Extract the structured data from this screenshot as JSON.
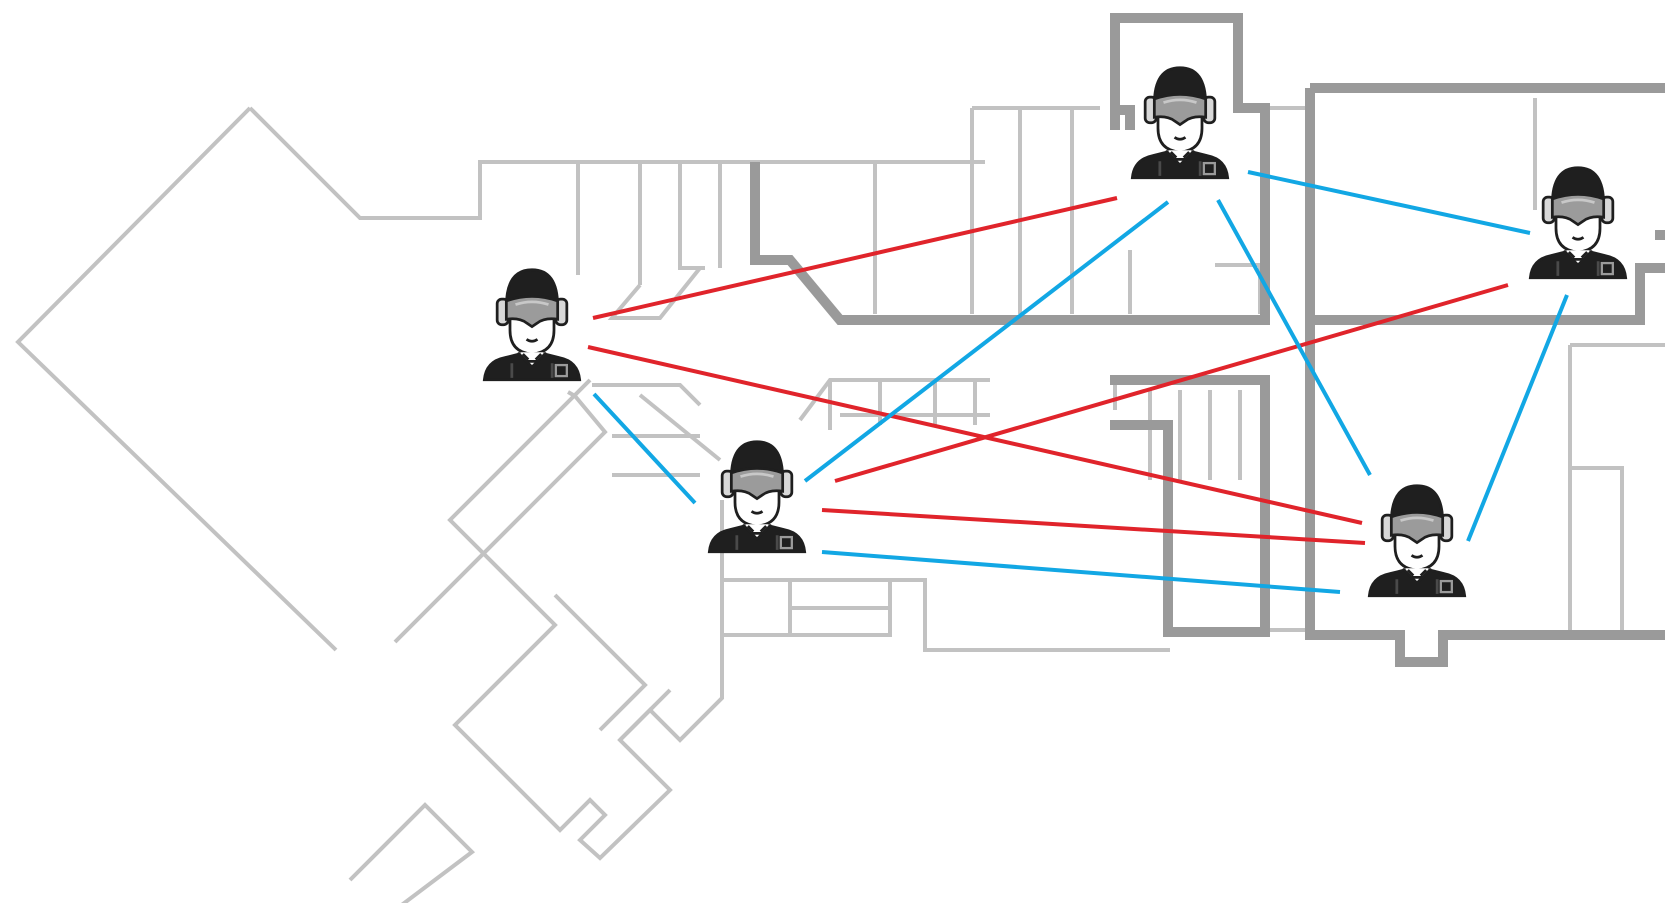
{
  "colors": {
    "floor_wall_light": "#c2c2c2",
    "floor_wall_dark": "#9a9a9a",
    "link_red": "#e0242b",
    "link_blue": "#12a7e4",
    "operator_body": "#1f1f1f",
    "operator_goggles": "#9b9b9b",
    "background": "#ffffff"
  },
  "icons": {
    "operator": "soldier-with-helmet-and-goggles-icon"
  },
  "operators": [
    {
      "id": "op-a",
      "label": ""
    },
    {
      "id": "op-b",
      "label": ""
    },
    {
      "id": "op-c",
      "label": ""
    },
    {
      "id": "op-d",
      "label": ""
    },
    {
      "id": "op-e",
      "label": ""
    }
  ],
  "links": [
    {
      "from": "op-a",
      "to": "op-c",
      "color": "red"
    },
    {
      "from": "op-a",
      "to": "op-e",
      "color": "red"
    },
    {
      "from": "op-a",
      "to": "op-b",
      "color": "blue"
    },
    {
      "from": "op-b",
      "to": "op-c",
      "color": "blue"
    },
    {
      "from": "op-b",
      "to": "op-d",
      "color": "red"
    },
    {
      "from": "op-b",
      "to": "op-e",
      "color": "red"
    },
    {
      "from": "op-b",
      "to": "op-e",
      "color": "blue"
    },
    {
      "from": "op-c",
      "to": "op-d",
      "color": "blue"
    },
    {
      "from": "op-c",
      "to": "op-e",
      "color": "blue"
    },
    {
      "from": "op-d",
      "to": "op-e",
      "color": "blue"
    }
  ]
}
